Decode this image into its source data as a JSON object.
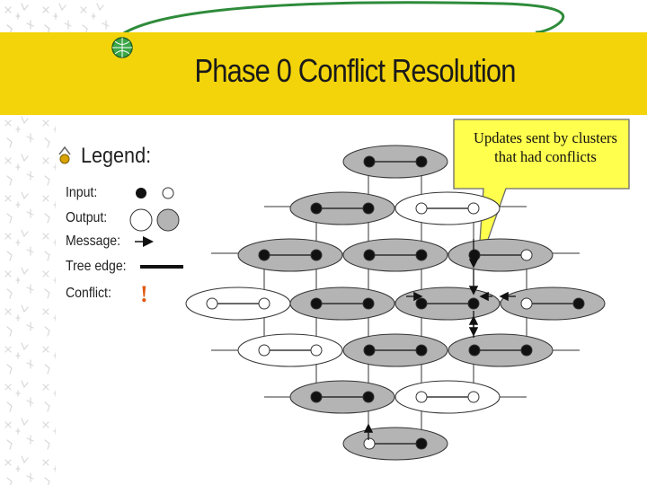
{
  "title": "Phase 0 Conflict Resolution",
  "legend": {
    "heading": "Legend:",
    "input_label": "Input:",
    "output_label": "Output:",
    "message_label": "Message:",
    "tree_edge_label": "Tree edge:",
    "conflict_label": "Conflict:",
    "conflict_symbol": "!"
  },
  "callout": {
    "text": "Updates sent by clusters that had conflicts"
  },
  "colors": {
    "title_band": "#f3d40a",
    "callout_fill": "#ffff4d",
    "cluster_gray": "#b4b4b4",
    "conflict_orange": "#e05a10"
  }
}
